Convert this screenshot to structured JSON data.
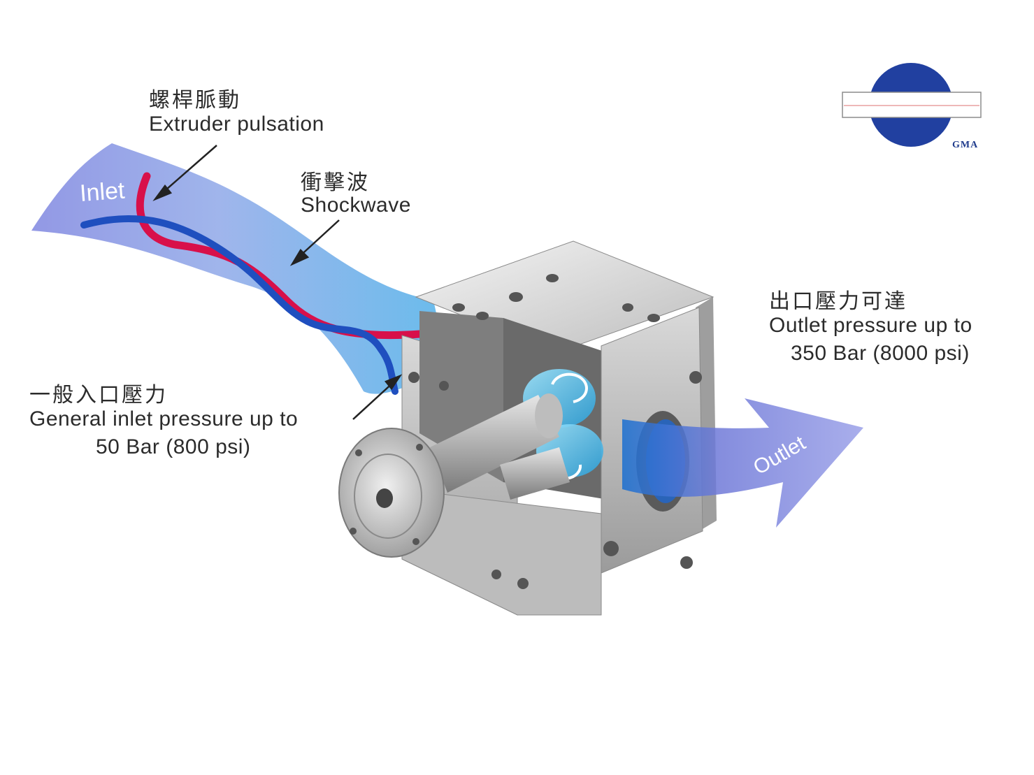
{
  "logo": {
    "text": "GMA",
    "primary_color": "#2140a0",
    "stripe_color": "#e8a0a0"
  },
  "flow": {
    "inlet_label": "Inlet",
    "outlet_label": "Outlet",
    "stream_color": "#6f79d8",
    "inlet_wave_color": "#d8104a",
    "pulsation_wave_color": "#1f4fbf"
  },
  "annotations": {
    "extruder_pulsation": {
      "zh": "螺桿脈動",
      "en": "Extruder pulsation"
    },
    "shockwave": {
      "zh": "衝擊波",
      "en": "Shockwave"
    },
    "inlet_pressure": {
      "zh": "一般入口壓力",
      "en_line1": "General inlet pressure up to",
      "en_line2": "50 Bar (800 psi)"
    },
    "outlet_pressure": {
      "zh": "出口壓力可達",
      "en_line1": "Outlet pressure up to",
      "en_line2": "350 Bar (8000 psi)"
    }
  }
}
